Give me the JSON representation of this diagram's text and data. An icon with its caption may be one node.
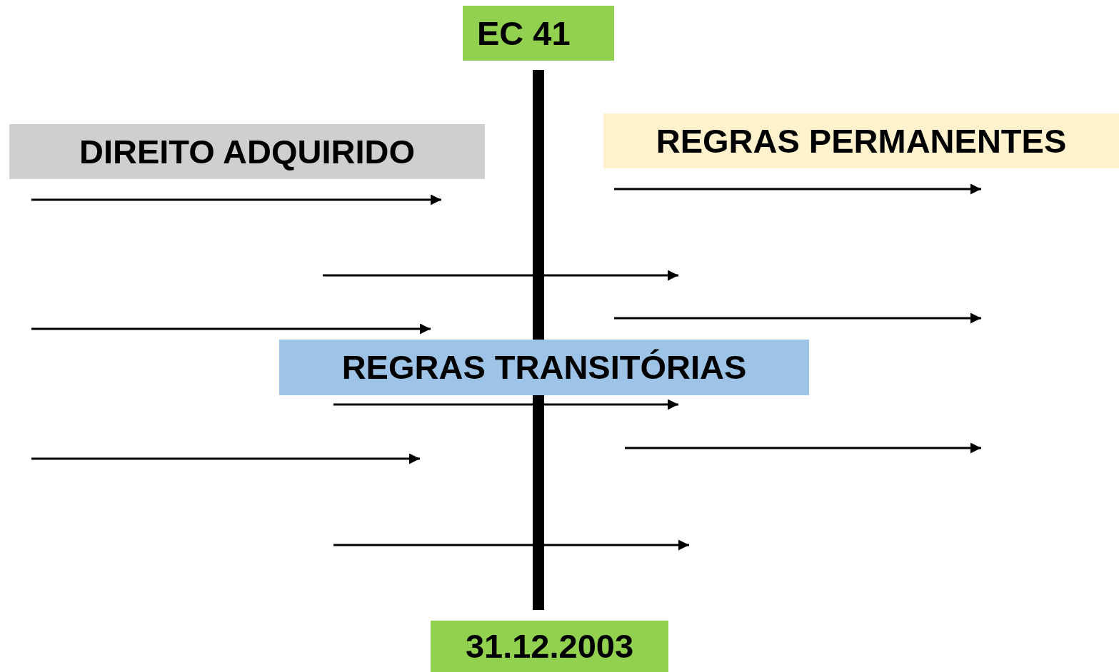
{
  "diagram": {
    "nodes": [
      {
        "text": [
          "EC 41"
        ]
      },
      {
        "text": [
          "DIREITO ADQUIRIDO"
        ]
      },
      {
        "text": [
          "REGRAS PERMANENTES"
        ]
      },
      {
        "text": [
          "REGRAS TRANSITÓRIAS"
        ]
      },
      {
        "text": [
          "31.12.2003"
        ]
      },
      {
        "text": [],
        "shape": "bar"
      }
    ]
  }
}
